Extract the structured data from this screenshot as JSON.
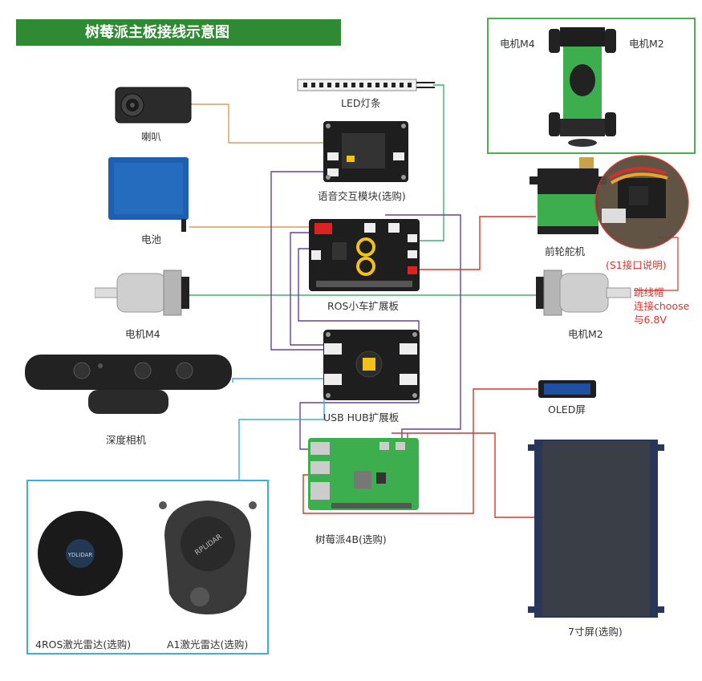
{
  "title": "树莓派主板接线示意图",
  "labels": {
    "speaker": "喇叭",
    "battery": "电池",
    "led_strip": "LED灯条",
    "voice_module": "语音交互模块(选购)",
    "ros_board": "ROS小车扩展板",
    "motor_m4_left": "电机M4",
    "motor_m2_right": "电机M2",
    "depth_camera": "深度相机",
    "usb_hub": "USB HUB扩展板",
    "raspberry_pi": "树莓派4B(选购)",
    "oled": "OLED屏",
    "screen": "7寸屏(选购)",
    "servo": "前轮舵机",
    "s1_note": "(S1接口说明)",
    "jumper_note_1": "跳线帽",
    "jumper_note_2": "连接choose",
    "jumper_note_3": "与6.8V",
    "car_m4": "电机M4",
    "car_m2": "电机M2",
    "lidar_4ros": "4ROS激光雷达(选购)",
    "lidar_a1": "A1激光雷达(选购)",
    "lidar_logo_small": "YDLIDAR",
    "lidar_logo_a1": "RPLIDAR"
  },
  "colors": {
    "title_bg": "#2f8a33",
    "wire_yellow": "#d4a05a",
    "wire_purple": "#6a3fa0",
    "wire_green": "#3cb46e",
    "wire_red": "#e0322a",
    "wire_blue": "#3aaee3",
    "frame_green": "#4cae50",
    "frame_blue": "#3aaee3",
    "pcb_black": "#1e1e1e",
    "pcb_green": "#3cae4e",
    "battery_blue": "#1f5fb0",
    "screen_navy": "#28365a"
  }
}
